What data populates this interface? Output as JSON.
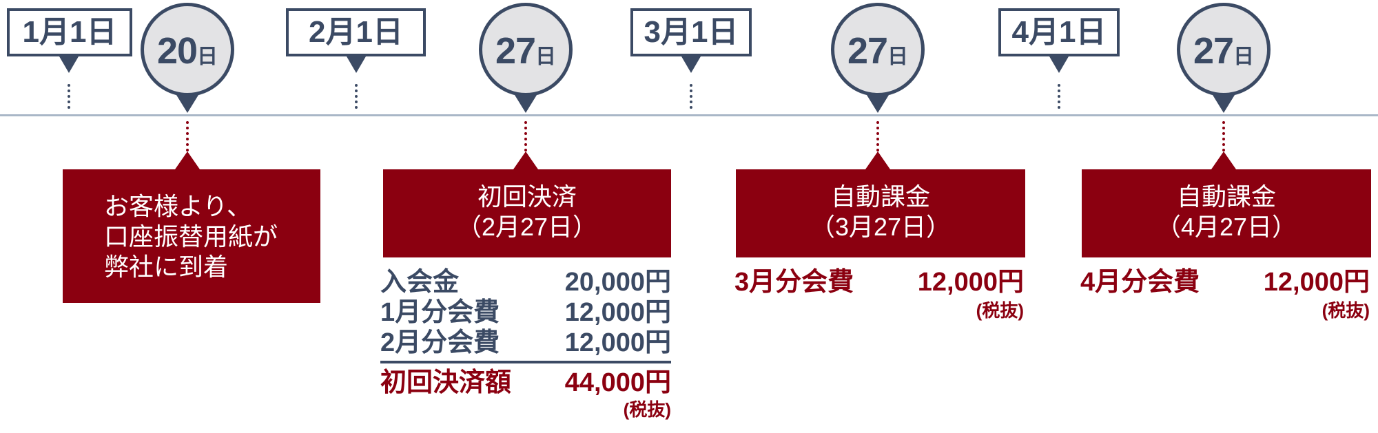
{
  "months": [
    {
      "label": "1月1日"
    },
    {
      "label": "2月1日"
    },
    {
      "label": "3月1日"
    },
    {
      "label": "4月1日"
    }
  ],
  "circles": [
    {
      "num": "20",
      "unit": "日"
    },
    {
      "num": "27",
      "unit": "日"
    },
    {
      "num": "27",
      "unit": "日"
    },
    {
      "num": "27",
      "unit": "日"
    }
  ],
  "events": [
    {
      "lines": [
        "お客様より、",
        "口座振替用紙が",
        "弊社に到着"
      ]
    },
    {
      "lines": [
        "初回決済",
        "（2月27日）"
      ]
    },
    {
      "lines": [
        "自動課金",
        "（3月27日）"
      ]
    },
    {
      "lines": [
        "自動課金",
        "（4月27日）"
      ]
    }
  ],
  "first_payment": {
    "rows": [
      {
        "label": "入会金",
        "amount": "20,000円"
      },
      {
        "label": "1月分会費",
        "amount": "12,000円"
      },
      {
        "label": "2月分会費",
        "amount": "12,000円"
      }
    ],
    "total": {
      "label": "初回決済額",
      "amount": "44,000円"
    },
    "note": "(税抜)"
  },
  "march_fee": {
    "label": "3月分会費",
    "amount": "12,000円",
    "note": "(税抜)"
  },
  "april_fee": {
    "label": "4月分会費",
    "amount": "12,000円",
    "note": "(税抜)"
  }
}
